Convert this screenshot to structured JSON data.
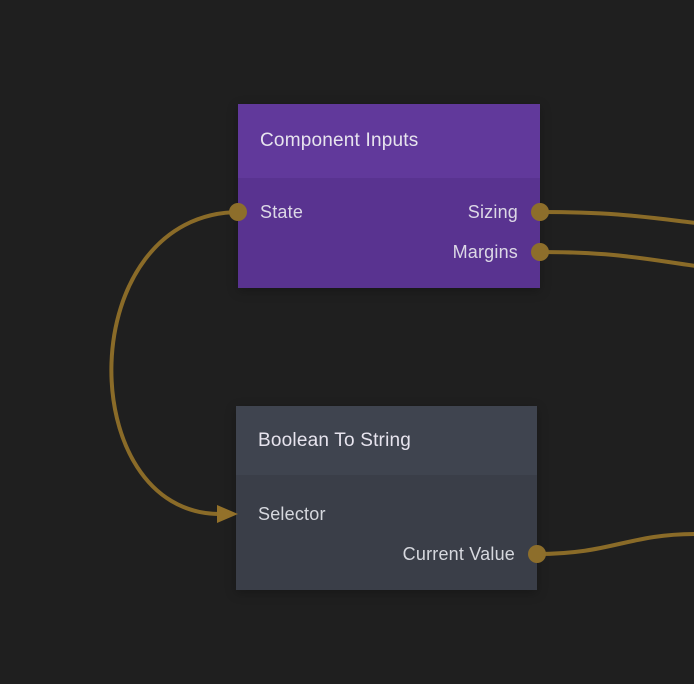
{
  "canvas": {
    "background_color": "#1f1f1f",
    "wire_color": "#8a6b28",
    "port_color": "#8d6e2b"
  },
  "nodes": [
    {
      "id": "component-inputs",
      "title": "Component Inputs",
      "header_color": "#61399b",
      "body_color": "#593390",
      "inputs": [
        {
          "label": "State"
        }
      ],
      "outputs": [
        {
          "label": "Sizing"
        },
        {
          "label": "Margins"
        }
      ]
    },
    {
      "id": "boolean-to-string",
      "title": "Boolean To String",
      "header_color": "#3f444f",
      "body_color": "#3a3e48",
      "inputs": [
        {
          "label": "Selector"
        }
      ],
      "outputs": [
        {
          "label": "Current Value"
        }
      ]
    }
  ],
  "connections": [
    {
      "from": "Component Inputs.State",
      "to": "Boolean To String.Selector",
      "arrow": true
    },
    {
      "from": "Component Inputs.Sizing",
      "to": "offscreen-right"
    },
    {
      "from": "Component Inputs.Margins",
      "to": "offscreen-right"
    },
    {
      "from": "Boolean To String.Current Value",
      "to": "offscreen-right"
    }
  ]
}
